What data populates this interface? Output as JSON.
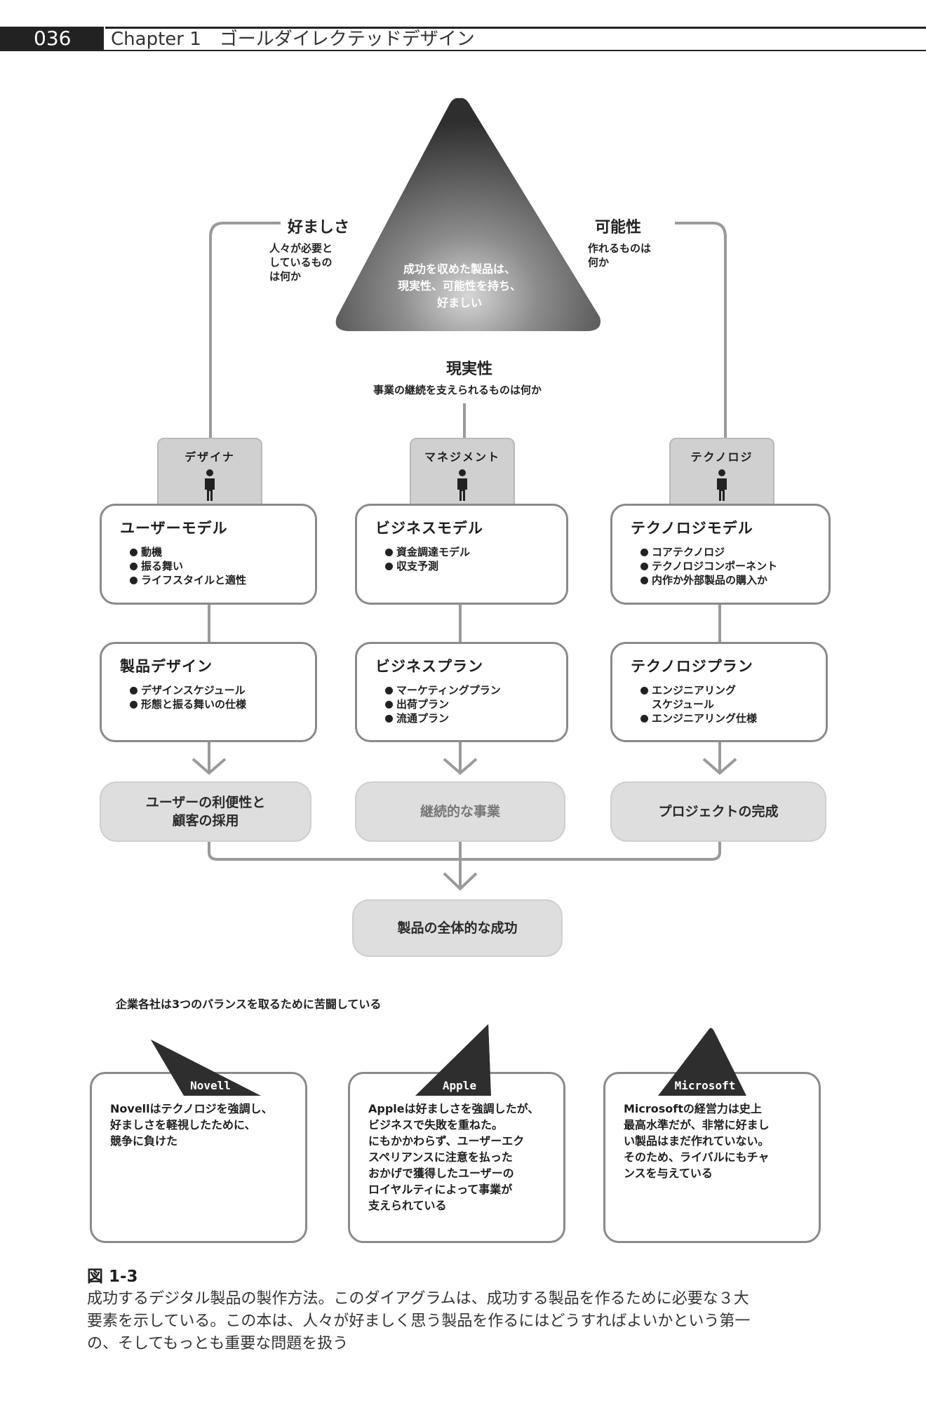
{
  "header": {
    "page_number": "036",
    "chapter": "Chapter 1　ゴールダイレクテッドデザイン"
  },
  "triangle": {
    "center_text": "成功を収めた製品は、\n現実性、可能性を持ち、\n好ましい",
    "left_label": "好ましさ",
    "left_sub": "人々が必要と\nしているもの\nは何か",
    "right_label": "可能性",
    "right_sub": "作れるものは\n何か",
    "bottom_label": "現実性",
    "bottom_sub": "事業の継続を支えられるものは何か"
  },
  "roles": [
    {
      "name": "デザイナ"
    },
    {
      "name": "マネジメント"
    },
    {
      "name": "テクノロジ"
    }
  ],
  "models": [
    {
      "title": "ユーザーモデル",
      "items": [
        "動機",
        "振る舞い",
        "ライフスタイルと適性"
      ]
    },
    {
      "title": "ビジネスモデル",
      "items": [
        "資金調達モデル",
        "収支予測"
      ]
    },
    {
      "title": "テクノロジモデル",
      "items": [
        "コアテクノロジ",
        "テクノロジコンポーネント",
        "内作か外部製品の購入か"
      ]
    }
  ],
  "plans": [
    {
      "title": "製品デザイン",
      "items": [
        "デザインスケジュール",
        "形態と振る舞いの仕様"
      ]
    },
    {
      "title": "ビジネスプラン",
      "items": [
        "マーケティングプラン",
        "出荷プラン",
        "流通プラン"
      ]
    },
    {
      "title": "テクノロジプラン",
      "items": [
        "エンジニアリング\nスケジュール",
        "エンジニアリング仕様"
      ]
    }
  ],
  "outcomes": [
    {
      "text": "ユーザーの利便性と\n顧客の採用"
    },
    {
      "text": "継続的な事業"
    },
    {
      "text": "プロジェクトの完成"
    }
  ],
  "final_outcome": "製品の全体的な成功",
  "balance_note": "企業各社は3つのバランスを取るために苦闘している",
  "companies": [
    {
      "name": "Novell",
      "text": "Novellはテクノロジを強調し、\n好ましさを軽視したために、\n競争に負けた"
    },
    {
      "name": "Apple",
      "text": "Appleは好ましさを強調したが、\nビジネスで失敗を重ねた。\nにもかかわらず、ユーザーエク\nスペリアンスに注意を払った\nおかげで獲得したユーザーの\nロイヤルティによって事業が\n支えられている"
    },
    {
      "name": "Microsoft",
      "text": "Microsoftの経営力は史上\n最高水準だが、非常に好まし\nい製品はまだ作れていない。\nそのため、ライバルにもチャ\nンスを与えている"
    }
  ],
  "figure": {
    "number": "図 1-3",
    "caption": "成功するデジタル製品の製作方法。このダイアグラムは、成功する製品を作るために必要な３大\n要素を示している。この本は、人々が好ましく思う製品を作るにはどうすればよいかという第一\nの、そしてもっとも重要な問題を扱う"
  },
  "colors": {
    "triangle_dark": "#3a3a3a",
    "triangle_light": "#bdbdbd",
    "role_tab": "#d0d0d0",
    "outcome": "#dedede",
    "connector": "#9a9a9a"
  }
}
